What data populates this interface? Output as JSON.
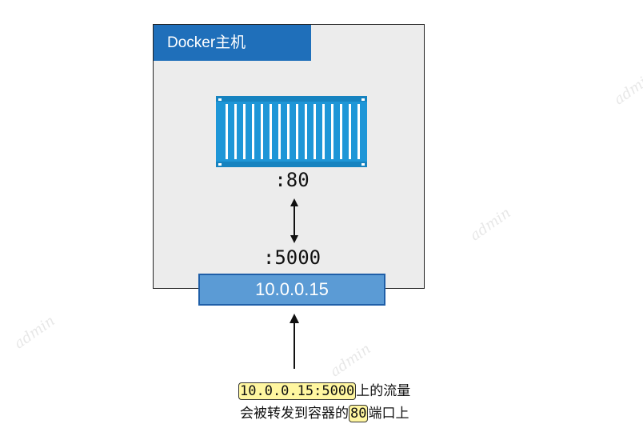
{
  "host": {
    "label": "Docker主机"
  },
  "container": {
    "port_label": ":80"
  },
  "host_port": {
    "label": ":5000"
  },
  "ip_box": {
    "label": "10.0.0.15"
  },
  "caption": {
    "line1_highlight": "10.0.0.15:5000",
    "line1_rest": "上的流量",
    "line2_pre": "会被转发到容器的",
    "line2_highlight": "80",
    "line2_post": "端口上"
  },
  "watermark": "admin",
  "colors": {
    "host_label_bg": "#1f6fba",
    "container_fill": "#1e96d7",
    "ip_box_fill": "#5b9bd5",
    "highlight_fill": "#fff6a0"
  }
}
